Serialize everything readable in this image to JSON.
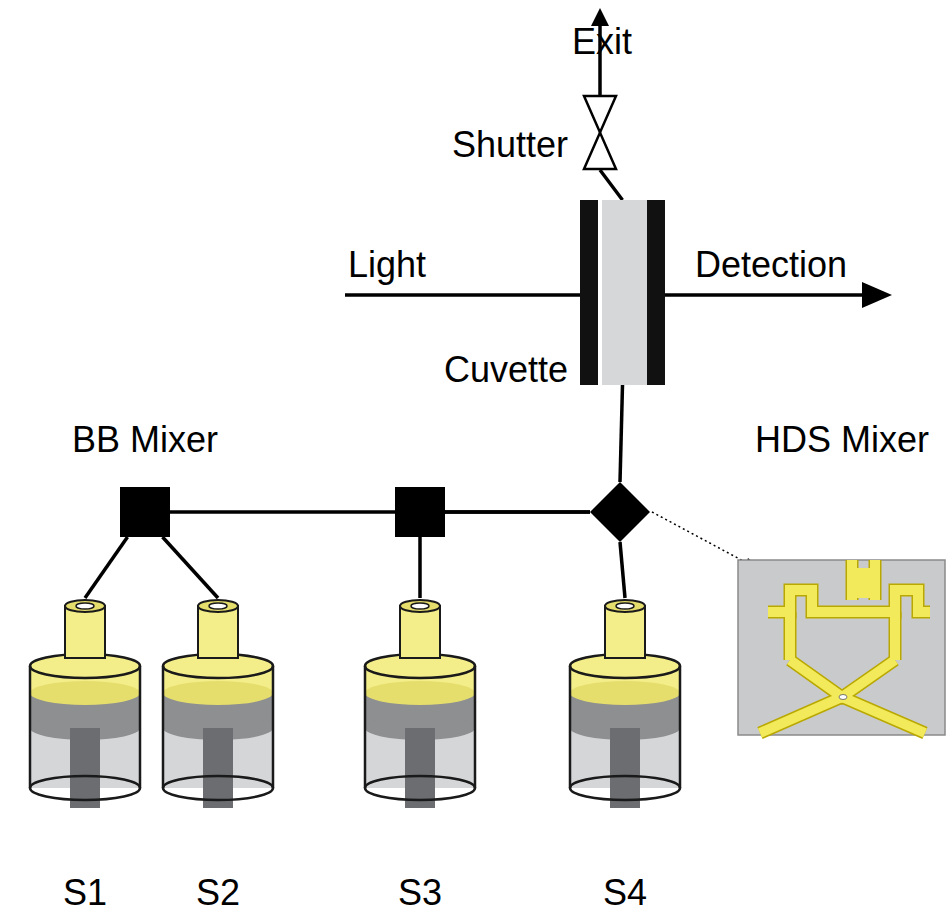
{
  "diagram": {
    "nodes": [
      {
        "text": [
          "Shutter"
        ]
      },
      {
        "text": [
          "Cuvette"
        ]
      },
      {
        "text": [
          "BB Mixer"
        ]
      },
      {
        "text": [
          "HDS Mixer"
        ]
      },
      {
        "text": [
          "S1"
        ]
      },
      {
        "text": [
          "S2"
        ]
      },
      {
        "text": [
          "S3"
        ]
      },
      {
        "text": [
          "S4"
        ]
      }
    ],
    "edges": [
      {
        "from": 4,
        "to": 2,
        "arrow": "none"
      },
      {
        "from": 5,
        "to": 2,
        "arrow": "none"
      },
      {
        "from": 2,
        "to": 3,
        "arrow": "none"
      },
      {
        "from": 6,
        "to": 3,
        "arrow": "none"
      },
      {
        "from": 7,
        "to": 3,
        "arrow": "none"
      },
      {
        "from": 3,
        "to": 1,
        "arrow": "none"
      },
      {
        "from": 1,
        "to": 0,
        "arrow": "none"
      }
    ],
    "labels": [
      "Exit",
      "Light",
      "Detection"
    ]
  }
}
